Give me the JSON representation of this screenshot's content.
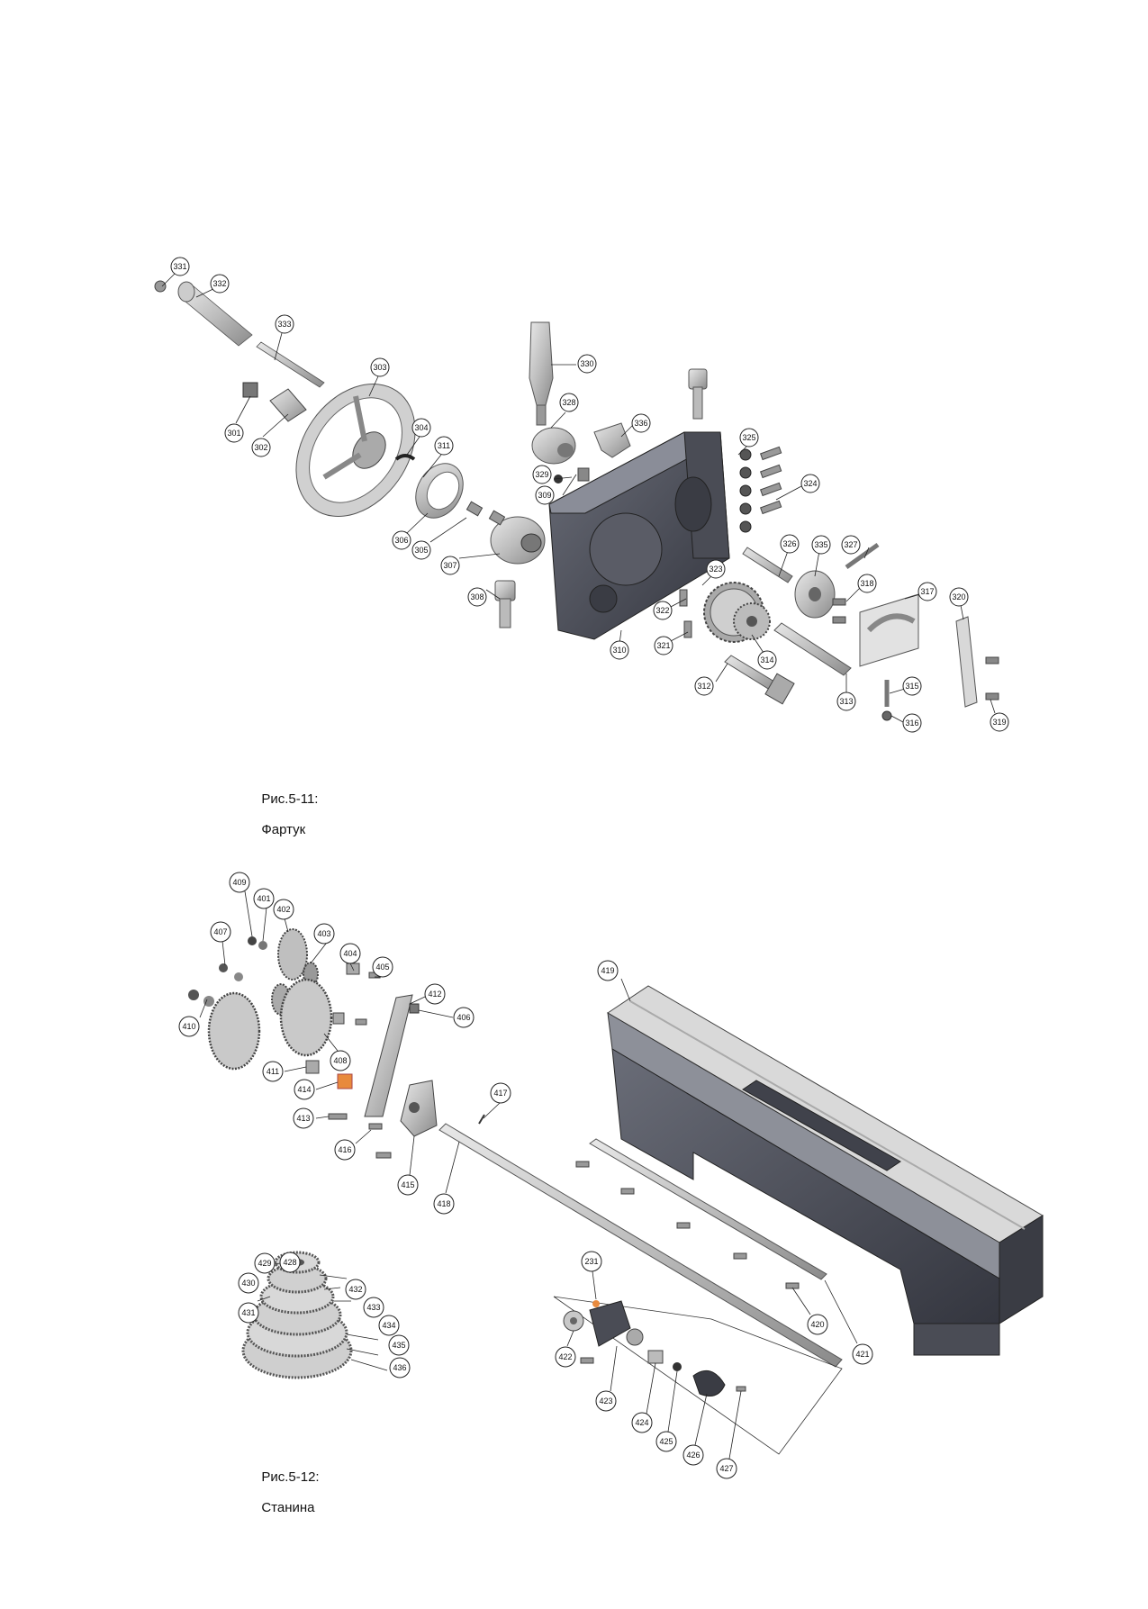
{
  "figure1": {
    "number": "Рис.5-11:",
    "title": "Фартук",
    "callouts": [
      {
        "id": "331"
      },
      {
        "id": "332"
      },
      {
        "id": "333"
      },
      {
        "id": "303"
      },
      {
        "id": "301"
      },
      {
        "id": "302"
      },
      {
        "id": "304"
      },
      {
        "id": "311"
      },
      {
        "id": "306"
      },
      {
        "id": "305"
      },
      {
        "id": "307"
      },
      {
        "id": "308"
      },
      {
        "id": "330"
      },
      {
        "id": "328"
      },
      {
        "id": "336"
      },
      {
        "id": "329"
      },
      {
        "id": "309"
      },
      {
        "id": "325"
      },
      {
        "id": "324"
      },
      {
        "id": "326"
      },
      {
        "id": "335"
      },
      {
        "id": "327"
      },
      {
        "id": "318"
      },
      {
        "id": "317"
      },
      {
        "id": "320"
      },
      {
        "id": "323"
      },
      {
        "id": "322"
      },
      {
        "id": "321"
      },
      {
        "id": "310"
      },
      {
        "id": "314"
      },
      {
        "id": "312"
      },
      {
        "id": "313"
      },
      {
        "id": "315"
      },
      {
        "id": "316"
      },
      {
        "id": "319"
      }
    ]
  },
  "figure2": {
    "number": "Рис.5-12:",
    "title": "Станина",
    "callouts": [
      {
        "id": "409"
      },
      {
        "id": "401"
      },
      {
        "id": "402"
      },
      {
        "id": "407"
      },
      {
        "id": "403"
      },
      {
        "id": "404"
      },
      {
        "id": "405"
      },
      {
        "id": "412"
      },
      {
        "id": "406"
      },
      {
        "id": "410"
      },
      {
        "id": "408"
      },
      {
        "id": "411"
      },
      {
        "id": "414"
      },
      {
        "id": "413"
      },
      {
        "id": "416"
      },
      {
        "id": "415"
      },
      {
        "id": "417"
      },
      {
        "id": "418"
      },
      {
        "id": "419"
      },
      {
        "id": "420"
      },
      {
        "id": "421"
      },
      {
        "id": "231"
      },
      {
        "id": "422"
      },
      {
        "id": "423"
      },
      {
        "id": "424"
      },
      {
        "id": "425"
      },
      {
        "id": "426"
      },
      {
        "id": "427"
      },
      {
        "id": "429"
      },
      {
        "id": "428"
      },
      {
        "id": "430"
      },
      {
        "id": "432"
      },
      {
        "id": "433"
      },
      {
        "id": "431"
      },
      {
        "id": "434"
      },
      {
        "id": "435"
      },
      {
        "id": "436"
      }
    ]
  }
}
